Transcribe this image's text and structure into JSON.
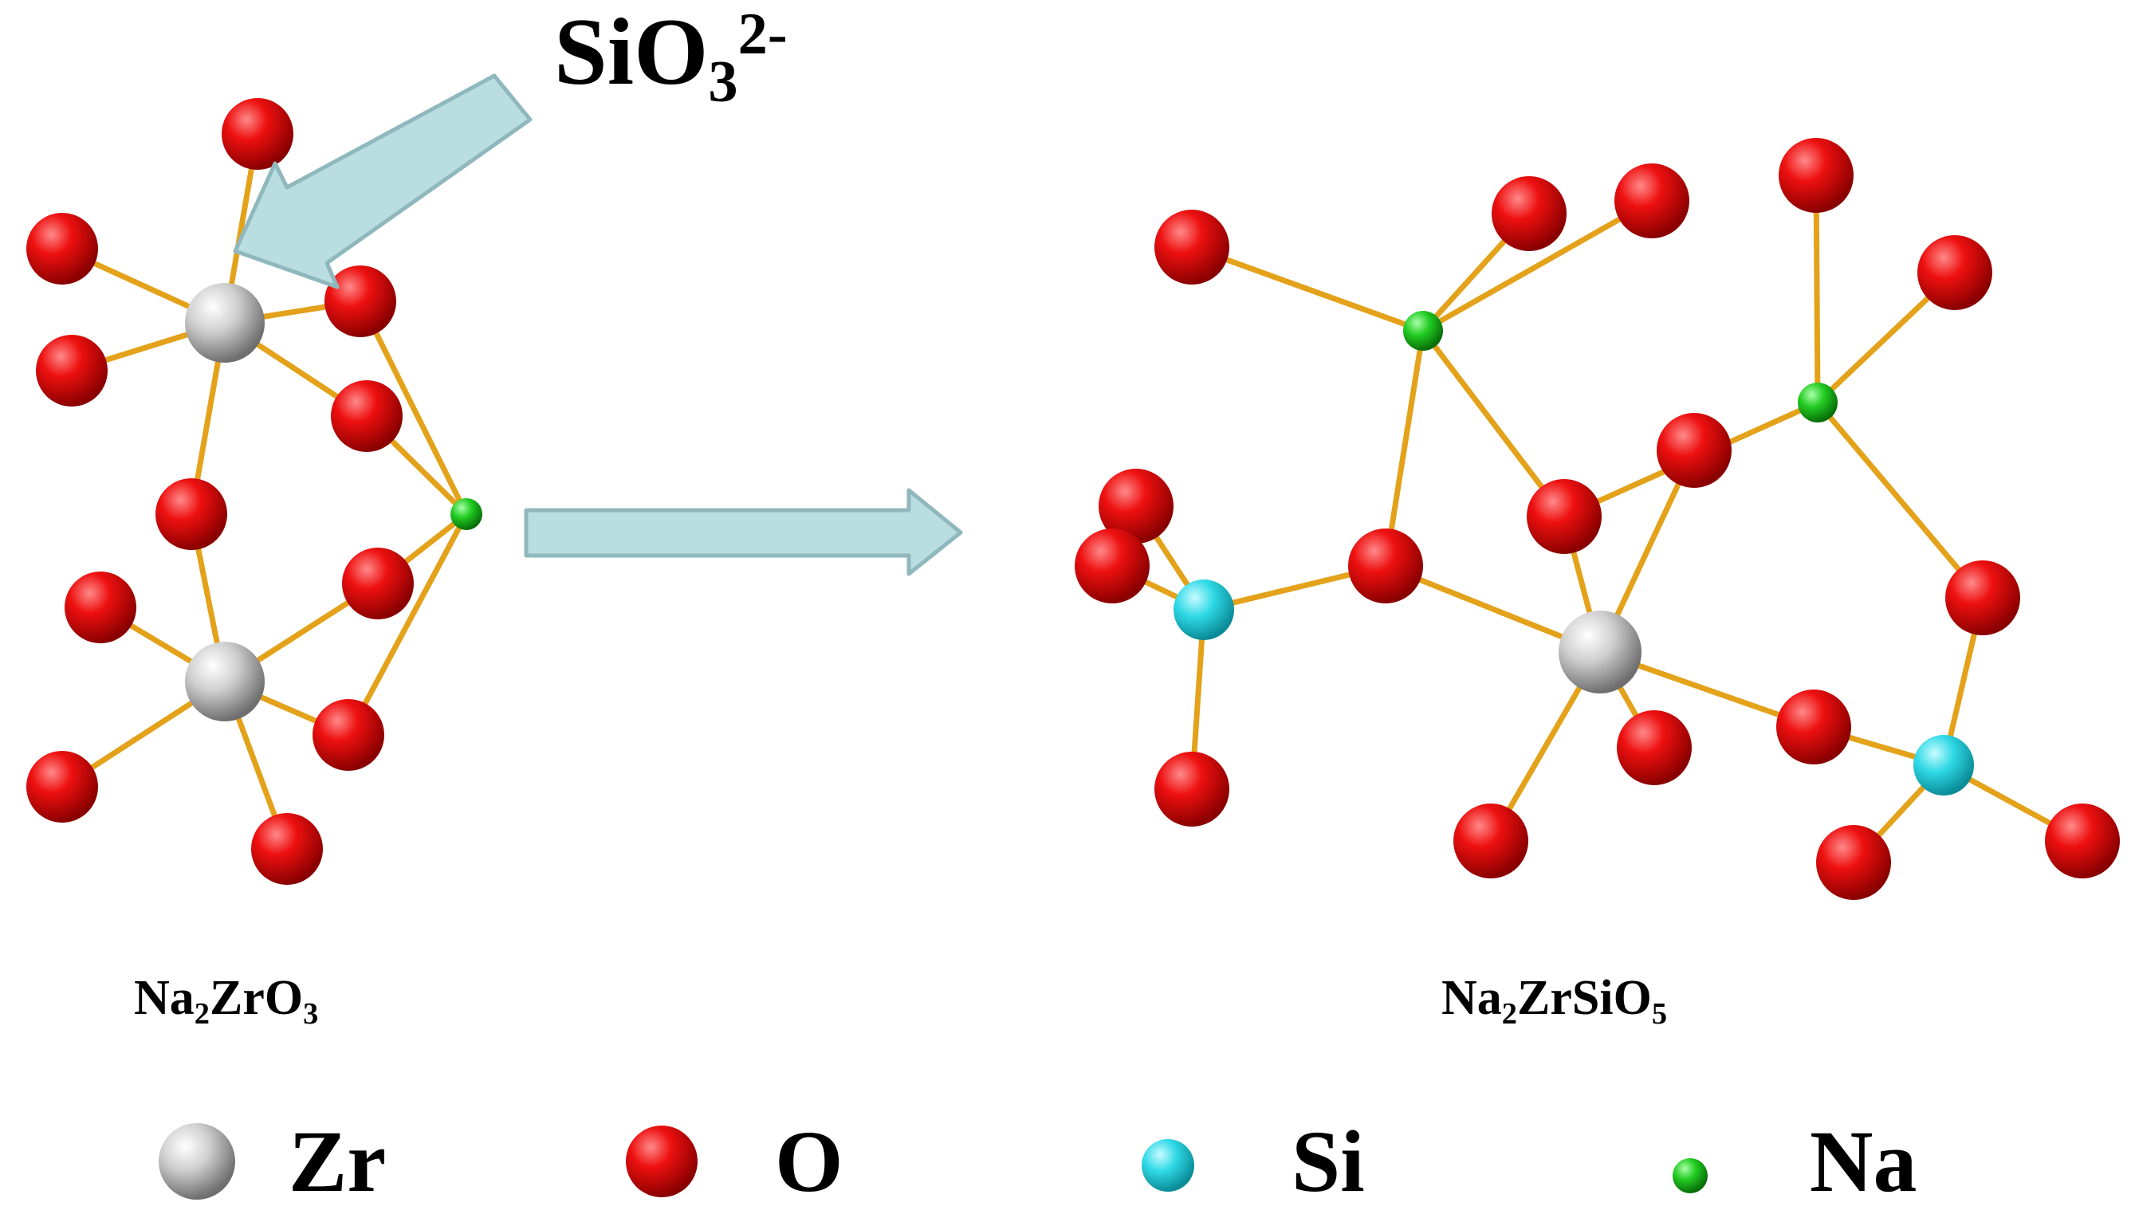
{
  "title_ion": {
    "base": "SiO",
    "sub": "3",
    "sup": "2-"
  },
  "left_formula": {
    "a": "Na",
    "a_sub": "2",
    "b": "ZrO",
    "b_sub": "3"
  },
  "right_formula": {
    "a": "Na",
    "a_sub": "2",
    "b": "ZrSiO",
    "b_sub": "5"
  },
  "legend": [
    {
      "symbol": "Zr",
      "icon": "zr-atom-icon",
      "color": "#c8c8c8"
    },
    {
      "symbol": "O",
      "icon": "o-atom-icon",
      "color": "#e00000"
    },
    {
      "symbol": "Si",
      "icon": "si-atom-icon",
      "color": "#2fd9e6"
    },
    {
      "symbol": "Na",
      "icon": "na-atom-icon",
      "color": "#22cc22"
    }
  ],
  "colors": {
    "bond": "#e3a21a",
    "arrow_fill": "#b9dde0",
    "arrow_stroke": "#8fb8bd"
  }
}
